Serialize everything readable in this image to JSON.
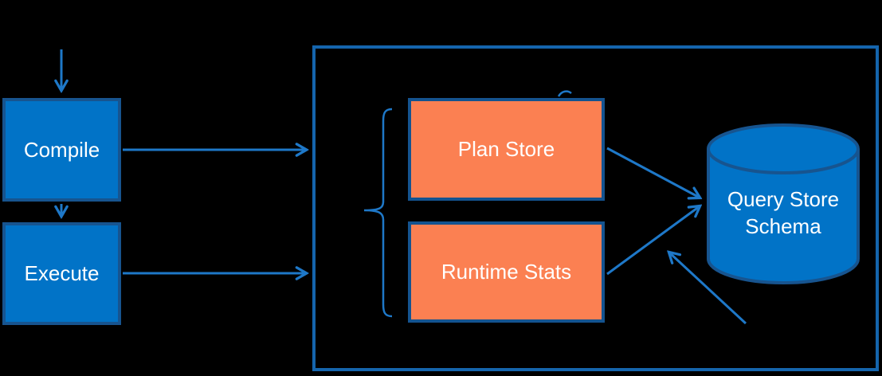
{
  "diagram": {
    "title": "Query Store architecture diagram",
    "background": "#000000",
    "colors": {
      "node_fill_blue": "#0173c7",
      "node_border_blue": "#17548f",
      "store_fill_orange": "#fb8052",
      "store_border_blue": "#14538f",
      "container_border_blue": "#1565ad",
      "arrow_blue": "#1e78c8",
      "text": "#ffffff"
    },
    "nodes": {
      "compile": {
        "label": "Compile"
      },
      "execute": {
        "label": "Execute"
      },
      "plan_store": {
        "label": "Plan Store"
      },
      "runtime_stats": {
        "label": "Runtime Stats"
      },
      "query_store_schema": {
        "label": "Query Store Schema"
      }
    },
    "connections": [
      {
        "from": "top",
        "to": "compile"
      },
      {
        "from": "compile",
        "to": "execute"
      },
      {
        "from": "compile",
        "to": "container"
      },
      {
        "from": "execute",
        "to": "container"
      },
      {
        "from": "plan_store",
        "to": "query_store_schema"
      },
      {
        "from": "runtime_stats",
        "to": "query_store_schema"
      },
      {
        "from": "bottom-right",
        "to": "query_store_schema"
      }
    ]
  }
}
